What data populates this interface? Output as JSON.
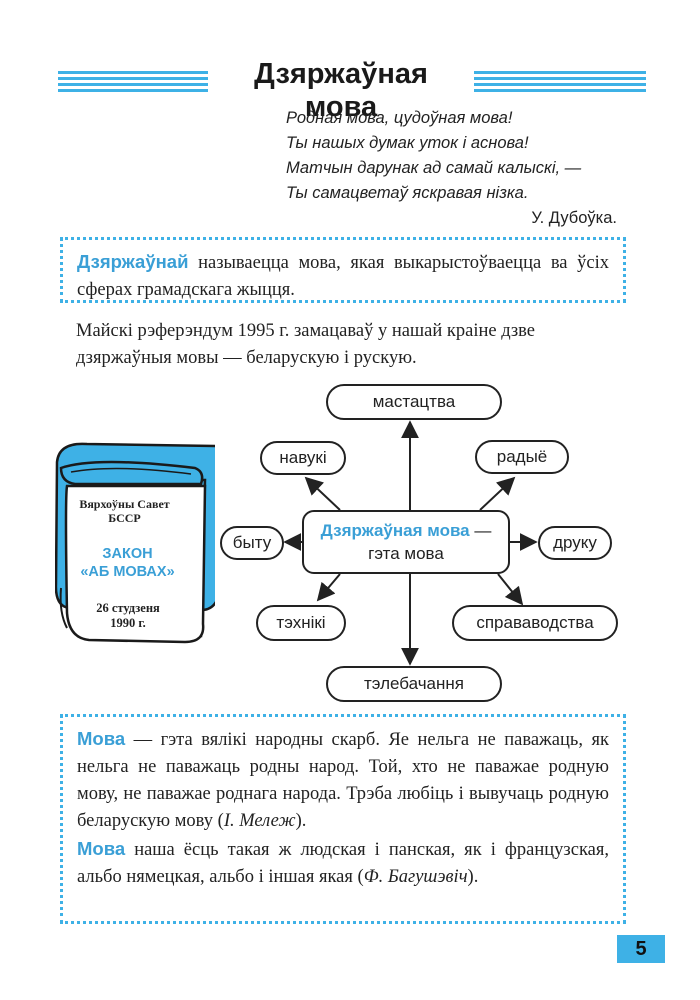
{
  "title": "Дзяржаўная мова",
  "poem": {
    "lines": [
      "Родная мова, цудоўная мова!",
      "Ты нашых думак уток і аснова!",
      "Матчын дарунак ад самай калыскі, —",
      "Ты самацветаў яскравая нізка."
    ],
    "author": "У. Дубоўка."
  },
  "definition": {
    "term": "Дзяржаўнай",
    "text": " называецца мова, якая выкарыстоўваецца ва ўсіх сферах грамадскага жыцця."
  },
  "referendum_text": "Майскі рэферэндум 1995 г. замацаваў у нашай краіне дзве дзяржаўныя мовы — беларускую і рускую.",
  "book": {
    "issuer": "Вярхоўны Савет БССР",
    "law_line1": "ЗАКОН",
    "law_line2": "«АБ МОВАХ»",
    "date_line1": "26 студзеня",
    "date_line2": "1990 г."
  },
  "diagram": {
    "center_term": "Дзяржаўная мова",
    "center_dash": " —",
    "center_sub": "гэта мова",
    "nodes": {
      "top": "мастацтва",
      "upper_left": "навукі",
      "upper_right": "радыё",
      "left": "быту",
      "right": "друку",
      "lower_left": "тэхнікі",
      "lower_right": "справаводства",
      "bottom": "тэлебачання"
    }
  },
  "quote": {
    "term1": "Мова",
    "text1": " — гэта вялікі народны скарб. Яе нельга не паважаць, як нельга не паважаць родны народ. Той, хто не паважае родную мову, не паважае роднага народа. Трэба любіць і вывучаць родную беларускую мову (",
    "author1": "І. Мележ",
    "close1": ").",
    "term2": "Мова",
    "text2": " наша ёсць такая ж людская і панская, як і французская, альбо нямецкая, альбо і іншая якая (",
    "author2": "Ф. Багушэвіч",
    "close2": ")."
  },
  "page_number": "5",
  "colors": {
    "accent": "#3eb1e6",
    "text": "#222222"
  }
}
